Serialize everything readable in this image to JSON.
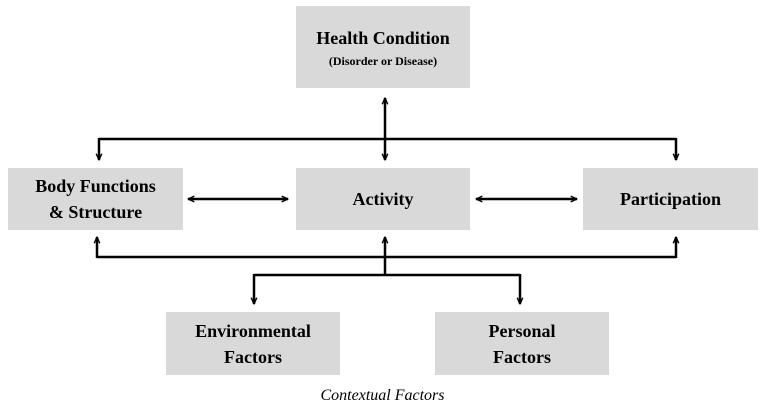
{
  "nodes": {
    "health_condition": {
      "title": "Health Condition",
      "subtitle": "(Disorder or Disease)"
    },
    "body_functions": {
      "line1": "Body Functions",
      "line2": "& Structure"
    },
    "activity": {
      "title": "Activity"
    },
    "participation": {
      "title": "Participation"
    },
    "environmental": {
      "line1": "Environmental",
      "line2": "Factors"
    },
    "personal": {
      "line1": "Personal",
      "line2": "Factors"
    }
  },
  "caption": "Contextual Factors",
  "colors": {
    "box_fill": "#d9d9d9",
    "line": "#000000"
  }
}
